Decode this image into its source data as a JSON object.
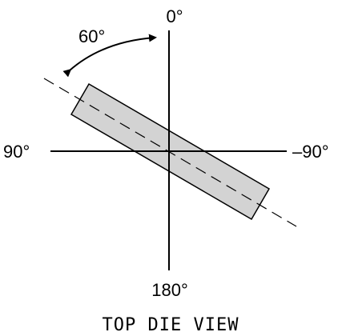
{
  "labels": {
    "top": "0°",
    "bottom": "180°",
    "left": "90°",
    "right": "–90°",
    "rotation": "60°"
  },
  "caption": "TOP DIE VIEW",
  "colors": {
    "line": "#000000",
    "die_fill": "#d3d3d3",
    "background": "#ffffff"
  }
}
